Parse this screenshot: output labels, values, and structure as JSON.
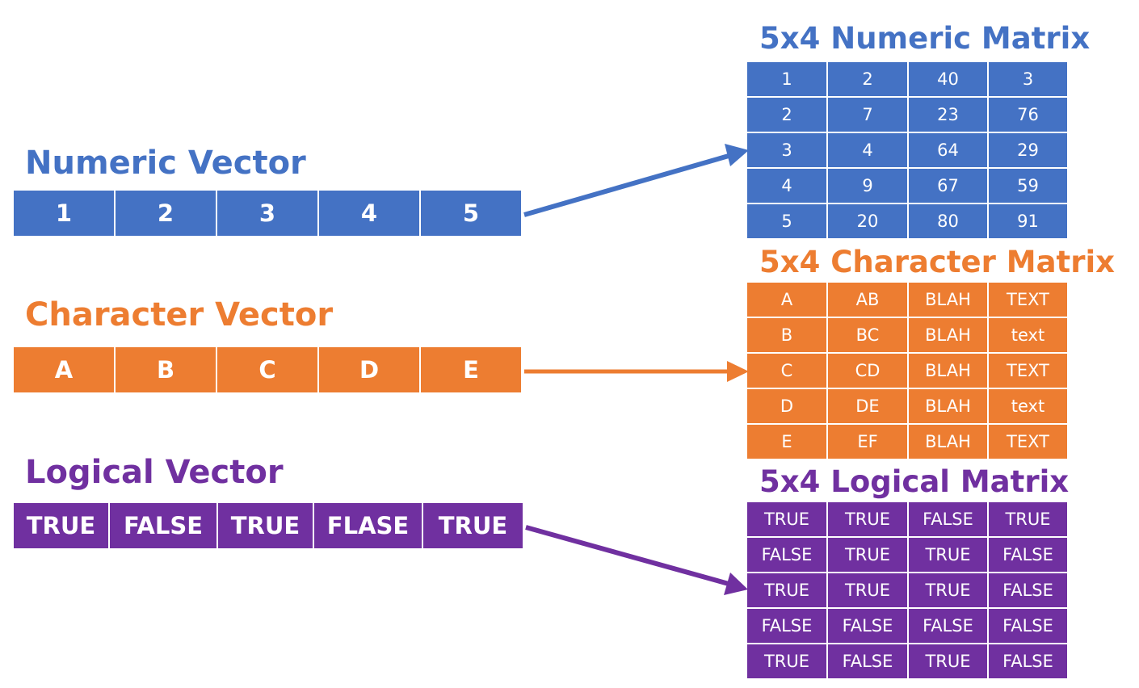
{
  "colors": {
    "numeric": "#4472c4",
    "character": "#ed7d31",
    "logical": "#7030a0"
  },
  "numeric": {
    "vector_title": "Numeric Vector",
    "vector": [
      "1",
      "2",
      "3",
      "4",
      "5"
    ],
    "matrix_title": "5x4 Numeric Matrix",
    "matrix": [
      [
        "1",
        "2",
        "40",
        "3"
      ],
      [
        "2",
        "7",
        "23",
        "76"
      ],
      [
        "3",
        "4",
        "64",
        "29"
      ],
      [
        "4",
        "9",
        "67",
        "59"
      ],
      [
        "5",
        "20",
        "80",
        "91"
      ]
    ]
  },
  "character": {
    "vector_title": "Character Vector",
    "vector": [
      "A",
      "B",
      "C",
      "D",
      "E"
    ],
    "matrix_title": "5x4 Character Matrix",
    "matrix": [
      [
        "A",
        "AB",
        "BLAH",
        "TEXT"
      ],
      [
        "B",
        "BC",
        "BLAH",
        "text"
      ],
      [
        "C",
        "CD",
        "BLAH",
        "TEXT"
      ],
      [
        "D",
        "DE",
        "BLAH",
        "text"
      ],
      [
        "E",
        "EF",
        "BLAH",
        "TEXT"
      ]
    ]
  },
  "logical": {
    "vector_title": "Logical Vector",
    "vector": [
      "TRUE",
      "FALSE",
      "TRUE",
      "FLASE",
      "TRUE"
    ],
    "matrix_title": "5x4 Logical Matrix",
    "matrix": [
      [
        "TRUE",
        "TRUE",
        "FALSE",
        "TRUE"
      ],
      [
        "FALSE",
        "TRUE",
        "TRUE",
        "FALSE"
      ],
      [
        "TRUE",
        "TRUE",
        "TRUE",
        "FALSE"
      ],
      [
        "FALSE",
        "FALSE",
        "FALSE",
        "FALSE"
      ],
      [
        "TRUE",
        "FALSE",
        "TRUE",
        "FALSE"
      ]
    ]
  }
}
